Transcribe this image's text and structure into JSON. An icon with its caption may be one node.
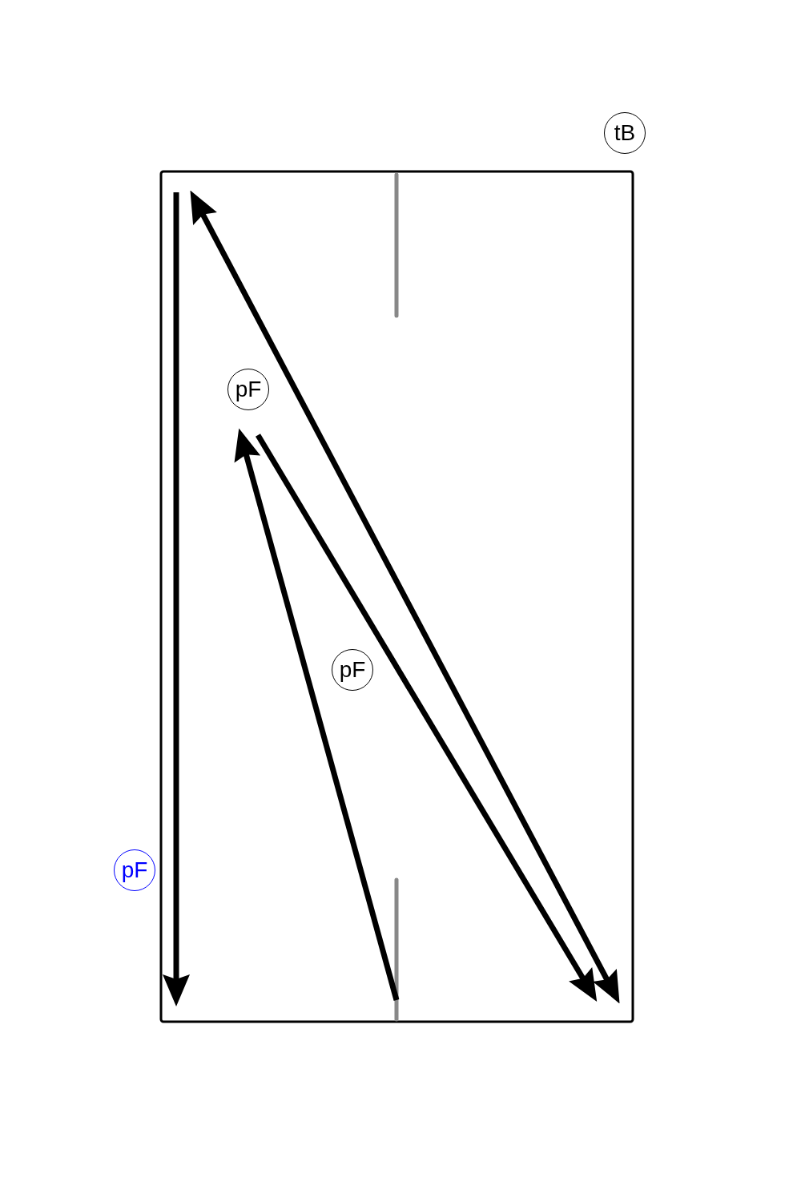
{
  "diagram": {
    "nodes": [
      {
        "text": [
          "tB"
        ]
      },
      {
        "text": [
          "pF"
        ]
      },
      {
        "text": [
          "pF"
        ]
      },
      {
        "text": [
          "pF"
        ]
      }
    ]
  }
}
